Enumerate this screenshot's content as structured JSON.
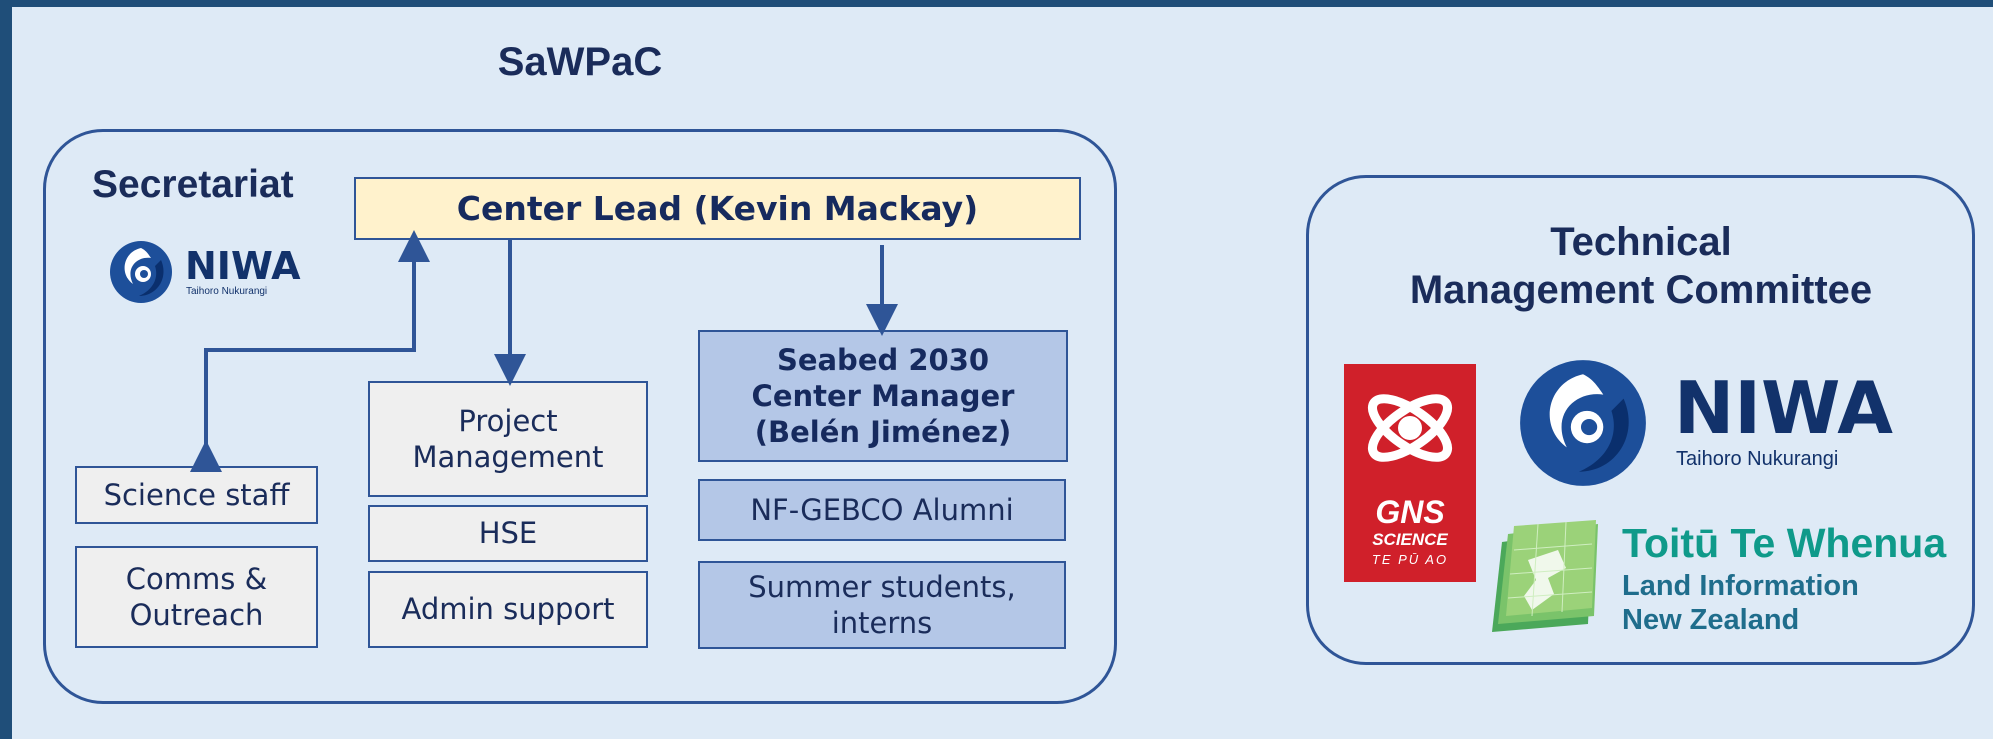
{
  "title": "SaWPaC",
  "secretariat": {
    "heading": "Secretariat",
    "logo": {
      "name": "NIWA",
      "subtitle": "Taihoro Nukurangi"
    }
  },
  "center_lead": "Center Lead (Kevin Mackay)",
  "columns": {
    "left": [
      "Science staff",
      "Comms &\nOutreach"
    ],
    "middle": [
      "Project\nManagement",
      "HSE",
      "Admin support"
    ],
    "right": [
      "Seabed 2030\nCenter Manager\n(Belén Jiménez)",
      "NF-GEBCO Alumni",
      "Summer students,\ninterns"
    ]
  },
  "committee": {
    "heading": "Technical\nManagement Committee",
    "logos": {
      "gns": {
        "line1": "GNS",
        "line2": "SCIENCE",
        "line3": "TE PŪ AO"
      },
      "niwa": {
        "name": "NIWA",
        "subtitle": "Taihoro Nukurangi"
      },
      "linz": {
        "line1": "Toitū Te Whenua",
        "line2": "Land Information",
        "line3": "New Zealand"
      }
    }
  },
  "colors": {
    "frame": "#2f5597",
    "background": "#deeaf6",
    "lead_fill": "#fff2cc",
    "blue_fill": "#b4c7e7",
    "grey_fill": "#efefef",
    "linz_teal": "#0f9a8a",
    "gns_red": "#d0202a"
  }
}
